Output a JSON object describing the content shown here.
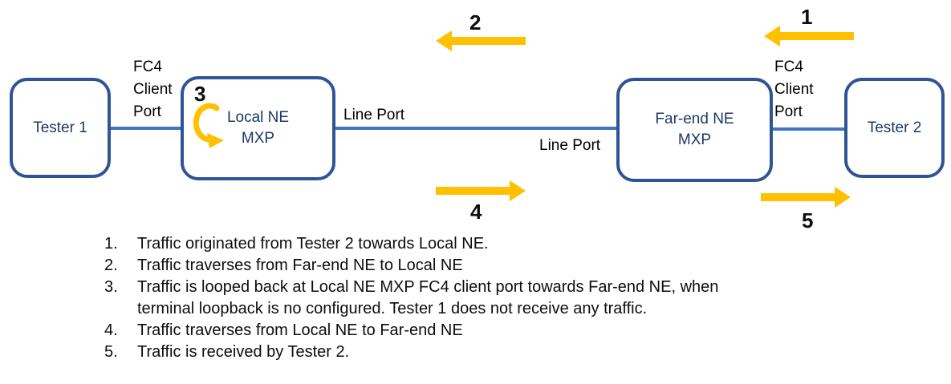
{
  "diagram": {
    "nodes": {
      "tester1": {
        "label": "Tester 1"
      },
      "local_ne": {
        "label_line1": "Local NE",
        "label_line2": "MXP"
      },
      "far_end_ne": {
        "label_line1": "Far-end NE",
        "label_line2": "MXP"
      },
      "tester2": {
        "label": "Tester 2"
      }
    },
    "port_labels": {
      "fc4_left": [
        "FC4",
        "Client",
        "Port"
      ],
      "fc4_right": [
        "FC4",
        "Client",
        "Port"
      ],
      "line_port_left": "Line Port",
      "line_port_right": "Line Port"
    },
    "arrows": {
      "a1": {
        "label": "1",
        "direction": "left"
      },
      "a2": {
        "label": "2",
        "direction": "left"
      },
      "a3": {
        "label": "3",
        "direction": "loopback"
      },
      "a4": {
        "label": "4",
        "direction": "right"
      },
      "a5": {
        "label": "5",
        "direction": "right"
      }
    },
    "colors": {
      "node_border": "#2F5496",
      "node_text": "#1F3864",
      "connector": "#4472C4",
      "arrow": "#FFC000"
    }
  },
  "steps": [
    {
      "number": "1.",
      "text": "Traffic originated from Tester 2 towards Local NE."
    },
    {
      "number": "2.",
      "text": "Traffic traverses from Far-end NE to Local NE"
    },
    {
      "number": "3.",
      "text": "Traffic is looped back at Local NE MXP FC4 client port towards Far-end NE, when\nterminal loopback is no configured. Tester 1 does not receive any traffic."
    },
    {
      "number": "4.",
      "text": "Traffic traverses from Local NE to Far-end NE"
    },
    {
      "number": "5.",
      "text": "Traffic is received by Tester 2."
    }
  ]
}
